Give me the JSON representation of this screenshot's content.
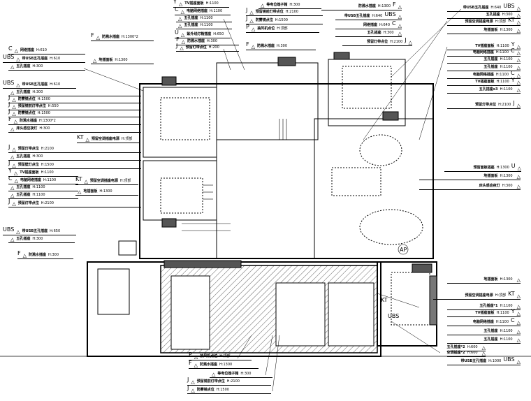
{
  "drawing": {
    "title": "Electrical outlet layout floor plan",
    "tags": [
      "AP",
      "KT",
      "UBS"
    ]
  },
  "labels": [
    {
      "code": "C",
      "text": "网络插座",
      "h": "H:610"
    },
    {
      "code": "UBS",
      "text": "带USB五孔插座",
      "h": "H:610"
    },
    {
      "code": "",
      "text": "五孔插座",
      "h": "H:300"
    },
    {
      "code": "UBS",
      "text": "带USB五孔插座",
      "h": "H:610"
    },
    {
      "code": "",
      "text": "五孔插座",
      "h": "H:300"
    },
    {
      "code": "J",
      "text": "防雾镜点位",
      "h": "H:1500"
    },
    {
      "code": "J",
      "text": "预留镜前灯带点位",
      "h": "H:550"
    },
    {
      "code": "J",
      "text": "防雾镜点位",
      "h": "H:1500"
    },
    {
      "code": "F",
      "text": "防溅水插座",
      "h": "H:1300*2"
    },
    {
      "code": "",
      "text": "床头感应夜灯",
      "h": "H:300"
    },
    {
      "code": "KT",
      "text": "预留空调插座电源",
      "h": "H:顶部"
    },
    {
      "code": "J",
      "text": "预留灯带点位",
      "h": "H:2100"
    },
    {
      "code": "",
      "text": "五孔插座",
      "h": "H:300"
    },
    {
      "code": "J",
      "text": "预留壁灯点位",
      "h": "H:1500"
    },
    {
      "code": "Y",
      "text": "TV插座面板",
      "h": "H:1100"
    },
    {
      "code": "C",
      "text": "电脑网络插座",
      "h": "H:1100"
    },
    {
      "code": "",
      "text": "五孔插座",
      "h": "H:1100"
    },
    {
      "code": "",
      "text": "五孔插座",
      "h": "H:1100"
    },
    {
      "code": "J",
      "text": "预留灯带点位",
      "h": "H:2100"
    },
    {
      "code": "KT",
      "text": "预留空调插座电源",
      "h": "H:顶部"
    },
    {
      "code": "",
      "text": "地插面板",
      "h": "H:1300"
    },
    {
      "code": "UBS",
      "text": "带USB五孔插座",
      "h": "H:650"
    },
    {
      "code": "",
      "text": "五孔插座",
      "h": "H:300"
    },
    {
      "code": "F",
      "text": "防溅水插座",
      "h": "H:300"
    },
    {
      "code": "",
      "text": "地插面板",
      "h": "H:1300"
    },
    {
      "code": "F",
      "text": "防溅水插座",
      "h": "H:1300*2"
    },
    {
      "code": "Y",
      "text": "TV插座面板",
      "h": "H:1100"
    },
    {
      "code": "C",
      "text": "电脑网络插座",
      "h": "H:1100"
    },
    {
      "code": "",
      "text": "五孔插座",
      "h": "H:1100"
    },
    {
      "code": "",
      "text": "五孔插座",
      "h": "H:1100"
    },
    {
      "code": "U",
      "text": "紫外线灯箱插座",
      "h": "H:650"
    },
    {
      "code": "F",
      "text": "防溅水插座",
      "h": "H:300"
    },
    {
      "code": "J",
      "text": "预留灯带点位",
      "h": "H:200"
    },
    {
      "code": "",
      "text": "等电位端子箱",
      "h": "H:300"
    },
    {
      "code": "J",
      "text": "预留镜前灯带点位",
      "h": "H:2100"
    },
    {
      "code": "J",
      "text": "防雾镜点位",
      "h": "H:1500"
    },
    {
      "code": "P",
      "text": "抽风机点位",
      "h": "H:顶部"
    },
    {
      "code": "F",
      "text": "防溅水插座",
      "h": "H:300"
    },
    {
      "code": "F",
      "text": "防溅水插座",
      "h": "H:1300"
    },
    {
      "code": "UBS",
      "text": "带USB五孔插座",
      "h": "H:640"
    },
    {
      "code": "C",
      "text": "网络插座",
      "h": "H:640"
    },
    {
      "code": "",
      "text": "五孔插座",
      "h": "H:300"
    },
    {
      "code": "J",
      "text": "预留灯带点位",
      "h": "H:2100"
    },
    {
      "code": "UBS",
      "text": "带USB五孔插座",
      "h": "H:640"
    },
    {
      "code": "",
      "text": "五孔插座",
      "h": "H:300"
    },
    {
      "code": "KT",
      "text": "预留空调插座电源",
      "h": "H:顶部"
    },
    {
      "code": "",
      "text": "地插面板",
      "h": "H:1300"
    },
    {
      "code": "Y",
      "text": "TV插座面板",
      "h": "H:1100"
    },
    {
      "code": "C",
      "text": "电脑网络插座",
      "h": "H:1100"
    },
    {
      "code": "",
      "text": "五孔插座",
      "h": "H:1100"
    },
    {
      "code": "",
      "text": "五孔插座",
      "h": "H:1100"
    },
    {
      "code": "C",
      "text": "电脑网络插座",
      "h": "H:1100"
    },
    {
      "code": "Y",
      "text": "TV插座面板",
      "h": "H:1100"
    },
    {
      "code": "",
      "text": "五孔插座x3",
      "h": "H:1100"
    },
    {
      "code": "J",
      "text": "预留灯带点位",
      "h": "H:2100"
    },
    {
      "code": "U",
      "text": "预留面板插座",
      "h": "H:1300"
    },
    {
      "code": "",
      "text": "地插面板",
      "h": "H:1300"
    },
    {
      "code": "",
      "text": "床头感应夜灯",
      "h": "H:300"
    },
    {
      "code": "",
      "text": "地插面板",
      "h": "H:1300"
    },
    {
      "code": "KT",
      "text": "预留空调插座电源",
      "h": "H:顶部"
    },
    {
      "code": "",
      "text": "五孔插座*1",
      "h": "H:1100"
    },
    {
      "code": "Y",
      "text": "TV插座面板",
      "h": "H:1100"
    },
    {
      "code": "C",
      "text": "电脑网络插座",
      "h": "H:1100"
    },
    {
      "code": "",
      "text": "五孔插座",
      "h": "H:1100"
    },
    {
      "code": "",
      "text": "五孔插座",
      "h": "H:1100"
    },
    {
      "code": "",
      "text": "五孔插座*2",
      "h": "H:600"
    },
    {
      "code": "",
      "text": "空调插座*2",
      "h": "H:600"
    },
    {
      "code": "UBS",
      "text": "带USB五孔插座",
      "h": "H:1000"
    },
    {
      "code": "P",
      "text": "抽风机点位",
      "h": "H:顶部"
    },
    {
      "code": "F",
      "text": "防溅水插座",
      "h": "H:1300"
    },
    {
      "code": "",
      "text": "等电位端子箱",
      "h": "H:300"
    },
    {
      "code": "J",
      "text": "预留镜前灯带点位",
      "h": "H:2100"
    },
    {
      "code": "J",
      "text": "防雾镜点位",
      "h": "H:1500"
    }
  ]
}
